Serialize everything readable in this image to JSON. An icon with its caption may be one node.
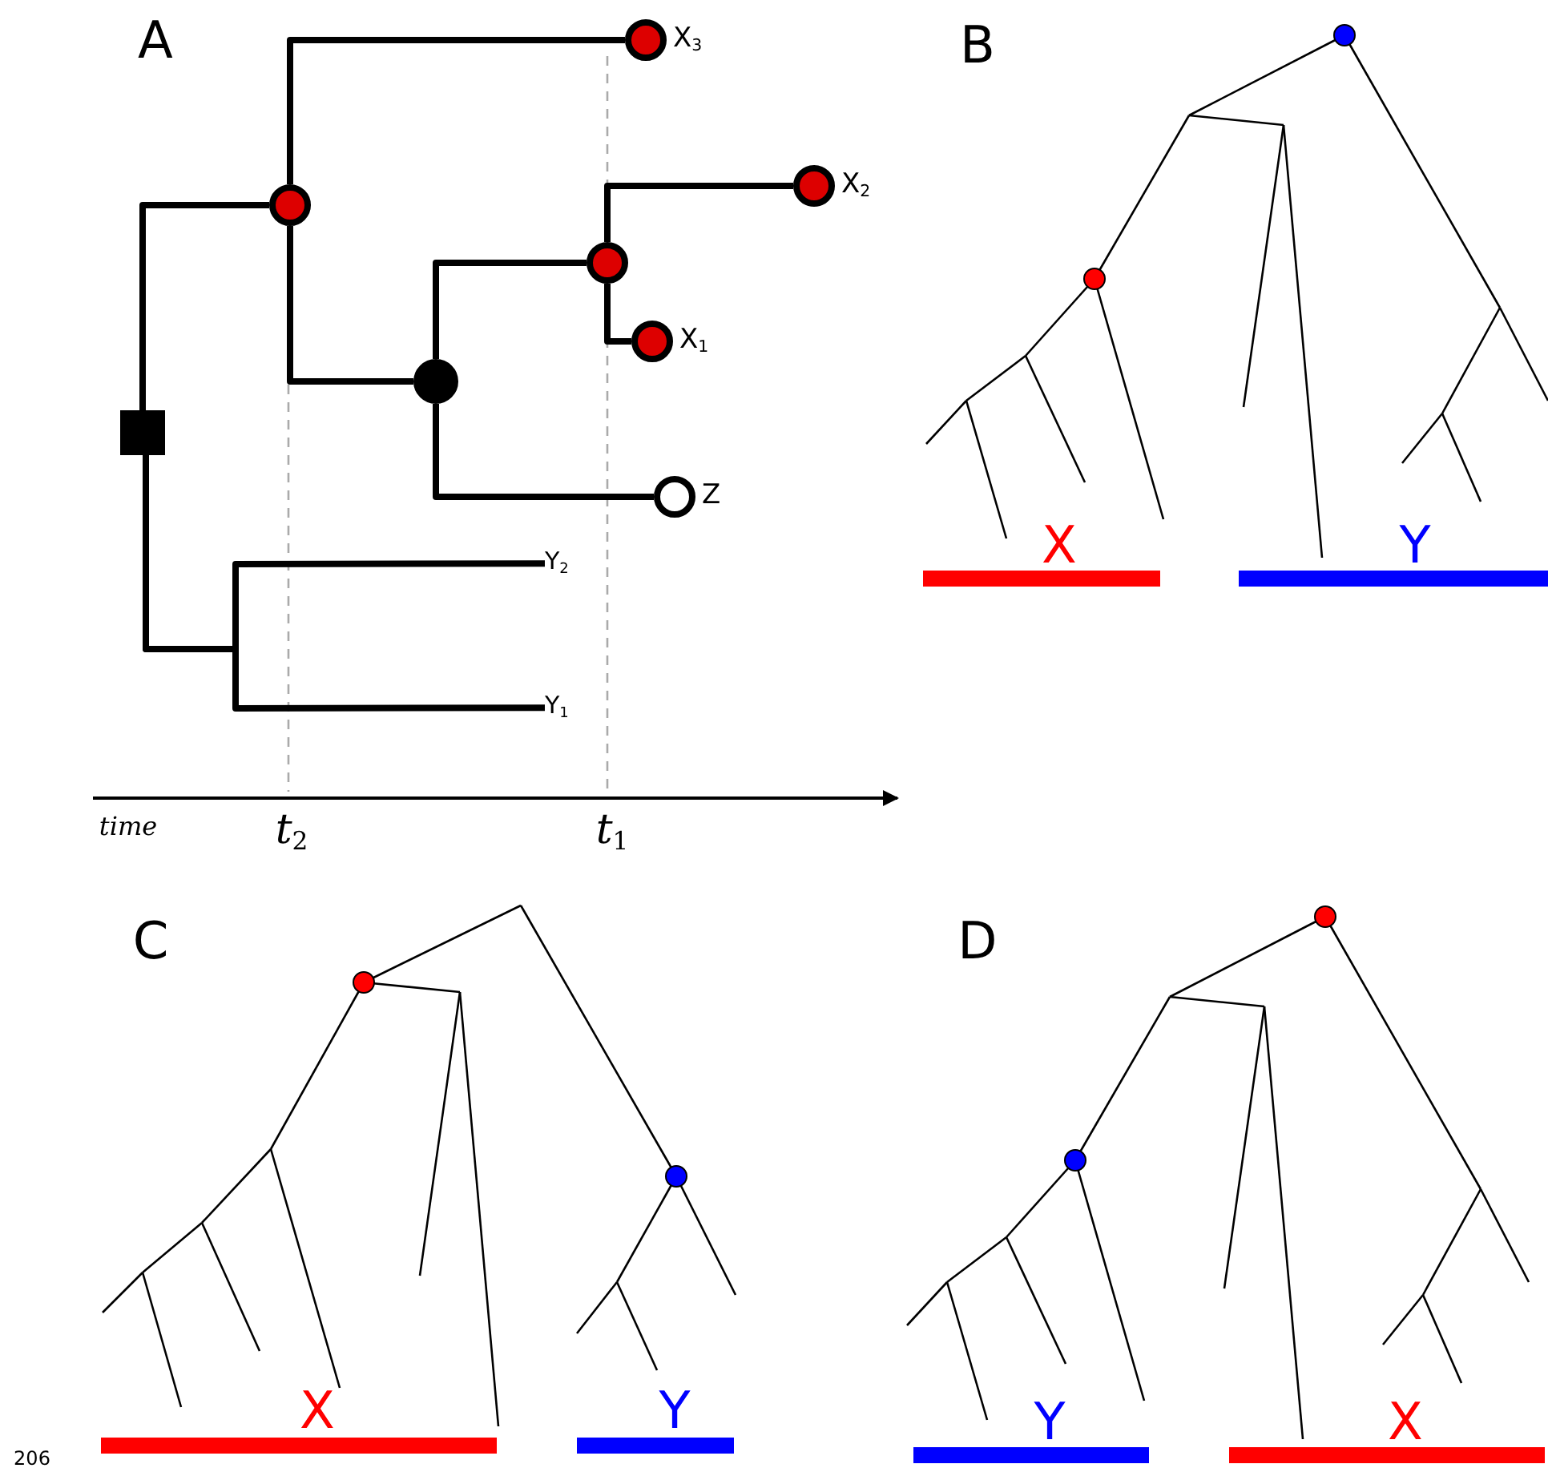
{
  "diagram": {
    "nodes": [
      {
        "text": [],
        "shape": "box"
      },
      {
        "text": [],
        "shape": "circle"
      },
      {
        "text": [],
        "shape": "circle",
        "beside": [
          "X$_{3}$"
        ]
      },
      {
        "text": [],
        "shape": "circle"
      },
      {
        "text": [],
        "shape": "circle"
      },
      {
        "text": [],
        "shape": "circle",
        "beside": [
          "X$_{2}$"
        ]
      },
      {
        "text": [],
        "shape": "circle",
        "beside": [
          "X$_{1}$"
        ]
      },
      {
        "text": [],
        "shape": "circle",
        "beside": [
          "Z"
        ]
      },
      {
        "text": [
          "Y$_{2}$"
        ]
      },
      {
        "text": [
          "Y$_{1}$"
        ]
      }
    ],
    "edges": [
      {
        "from": 0,
        "to": 1,
        "arrow": "none"
      },
      {
        "from": 0,
        "to": 8,
        "arrow": "none"
      },
      {
        "from": 0,
        "to": 9,
        "arrow": "none"
      },
      {
        "from": 1,
        "to": 2,
        "arrow": "none"
      },
      {
        "from": 1,
        "to": 3,
        "arrow": "none"
      },
      {
        "from": 3,
        "to": 4,
        "arrow": "none"
      },
      {
        "from": 3,
        "to": 7,
        "arrow": "none"
      },
      {
        "from": 4,
        "to": 5,
        "arrow": "none"
      },
      {
        "from": 4,
        "to": 6,
        "arrow": "none"
      }
    ],
    "labels": [
      "A",
      "time",
      "*t*$_{2}$",
      "*t*$_{1}$",
      "B",
      "X",
      "Y",
      "C",
      "X",
      "Y",
      "D",
      "Y",
      "X",
      "206"
    ]
  }
}
